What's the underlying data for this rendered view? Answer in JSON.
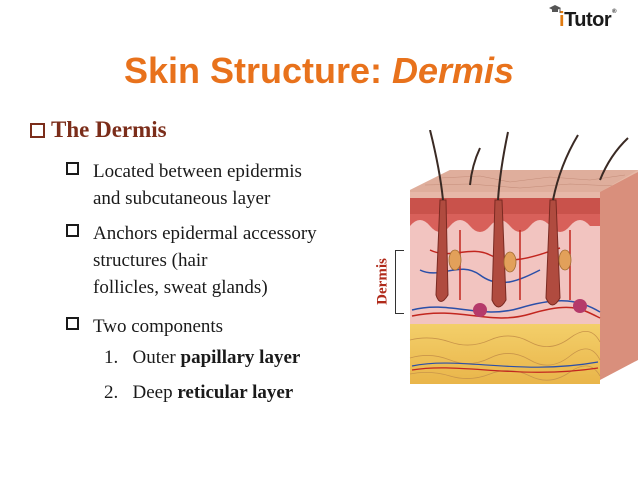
{
  "logo": {
    "prefix": "i",
    "name": "Tutor",
    "reg": "®"
  },
  "title": {
    "main": "Skin Structure:",
    "italic": "Dermis"
  },
  "heading": "The Dermis",
  "bullets": [
    {
      "lines": [
        "Located between epidermis",
        "and subcutaneous layer"
      ]
    },
    {
      "lines": [
        "Anchors epidermal accessory",
        "structures (hair",
        "follicles, sweat glands)"
      ]
    },
    {
      "lines": [
        "Two components"
      ]
    }
  ],
  "components": [
    {
      "num": "1.",
      "pre": "Outer",
      "bold": "papillary layer"
    },
    {
      "num": "2.",
      "pre": "Deep",
      "bold": "reticular layer"
    }
  ],
  "figure": {
    "label": "Dermis"
  },
  "colors": {
    "title": "#e8721c",
    "heading": "#7b2d1a",
    "label": "#b02a1a"
  }
}
